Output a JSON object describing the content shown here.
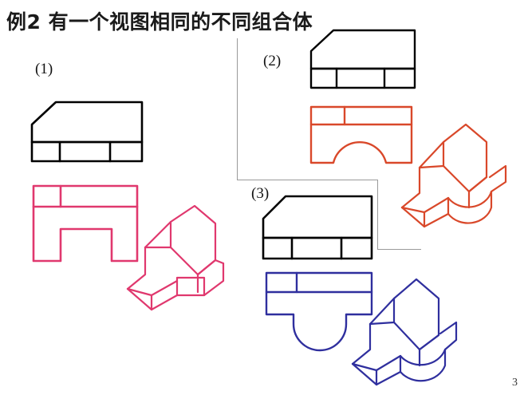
{
  "slide": {
    "title": "例2  有一个视图相同的不同组合体",
    "page_number": "3",
    "background_color": "#ffffff"
  },
  "panels": [
    {
      "id": "panel-1",
      "label": "(1)",
      "color": "#e0386e",
      "color_name": "magenta",
      "front_view_color": "#000000",
      "top_view_feature": "rectangular-slot",
      "solid_feature": "rectangular-notch"
    },
    {
      "id": "panel-2",
      "label": "(2)",
      "color": "#d9482a",
      "color_name": "orange-red",
      "front_view_color": "#000000",
      "top_view_feature": "semicircular-arch-notch",
      "solid_feature": "cylindrical-cutout"
    },
    {
      "id": "panel-3",
      "label": "(3)",
      "color": "#2f2f9e",
      "color_name": "blue",
      "front_view_color": "#000000",
      "top_view_feature": "rounded-u-protrusion",
      "solid_feature": "cylindrical-boss"
    }
  ],
  "dividers": {
    "color": "#9a9a9a"
  }
}
